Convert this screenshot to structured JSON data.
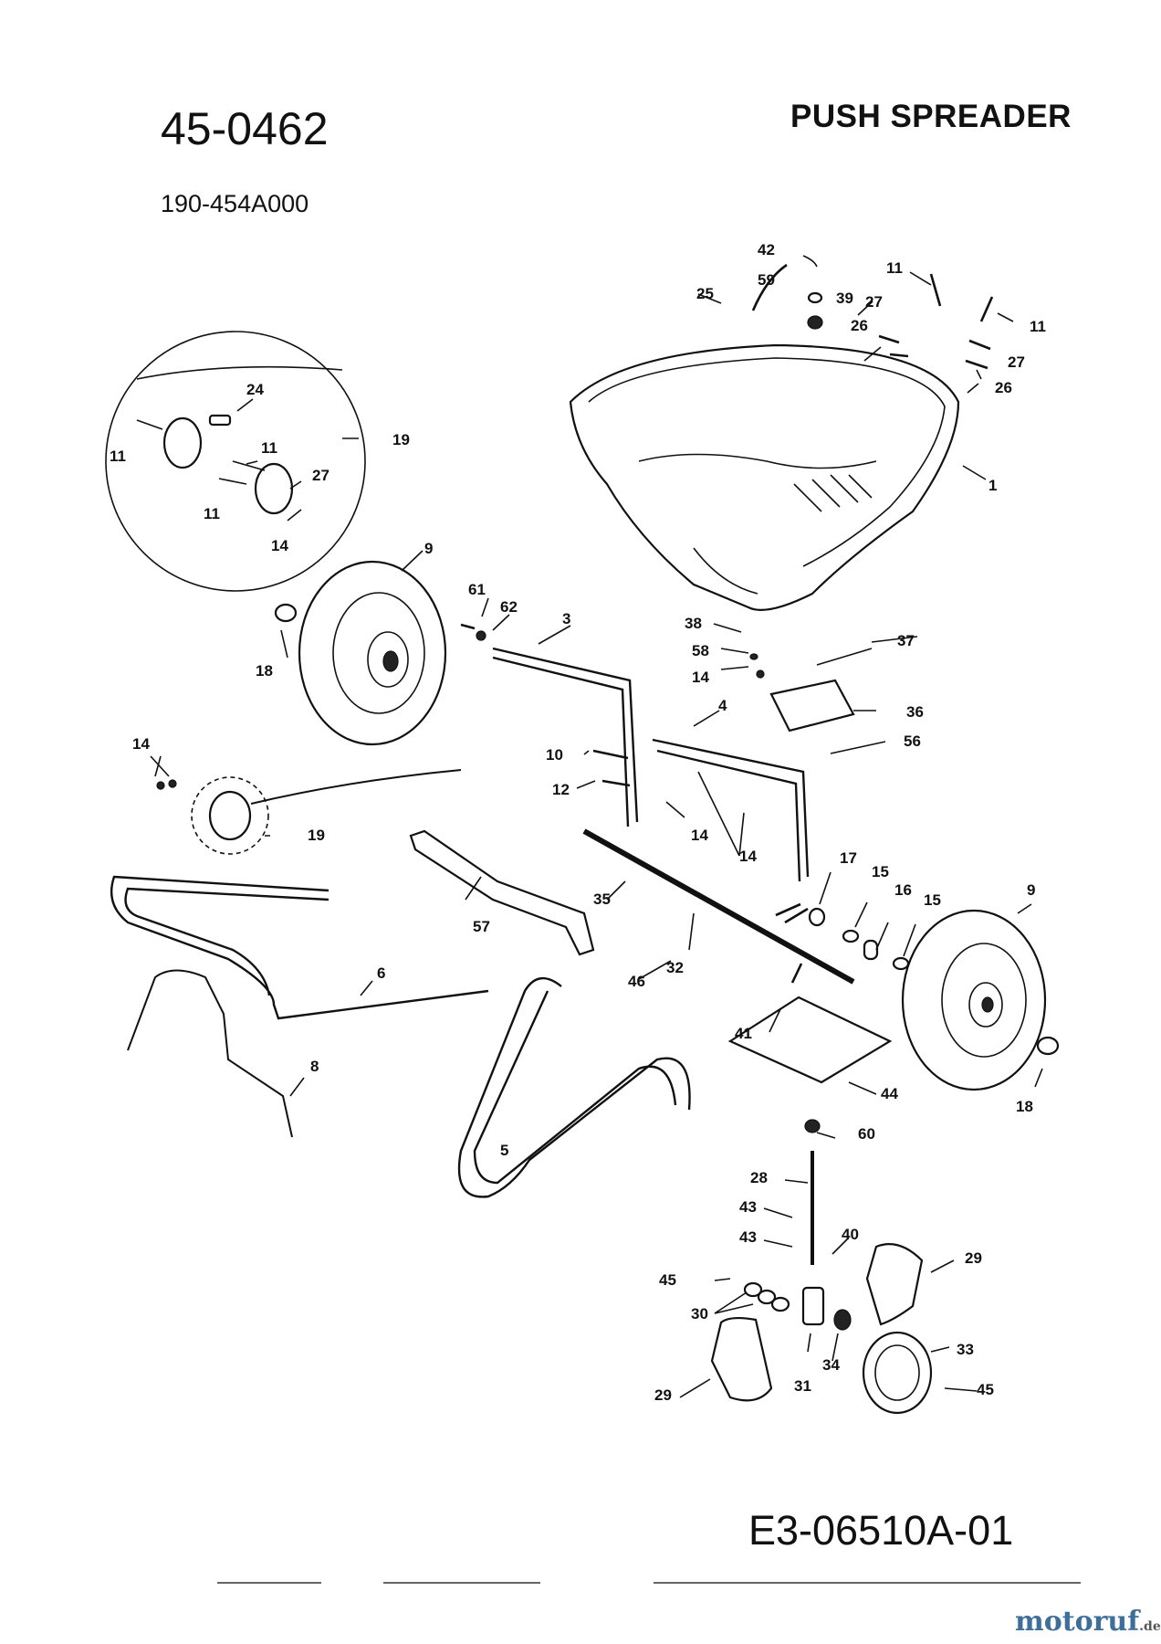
{
  "header": {
    "model": "45-0462",
    "title": "PUSH SPREADER",
    "part_number": "190-454A000"
  },
  "footer": {
    "doc_ref": "E3-06510A-01",
    "logo": "motoruf",
    "logo_tld": ".de"
  },
  "callouts": [
    "42",
    "11",
    "59",
    "25",
    "39",
    "27",
    "11",
    "26",
    "27",
    "26",
    "1",
    "24",
    "19",
    "11",
    "11",
    "27",
    "11",
    "14",
    "9",
    "61",
    "62",
    "3",
    "18",
    "38",
    "37",
    "58",
    "14",
    "36",
    "4",
    "56",
    "10",
    "12",
    "14",
    "14",
    "14",
    "19",
    "17",
    "15",
    "16",
    "15",
    "9",
    "35",
    "57",
    "6",
    "46",
    "32",
    "41",
    "44",
    "18",
    "8",
    "60",
    "5",
    "28",
    "43",
    "43",
    "40",
    "29",
    "45",
    "30",
    "31",
    "34",
    "33",
    "29",
    "45"
  ]
}
